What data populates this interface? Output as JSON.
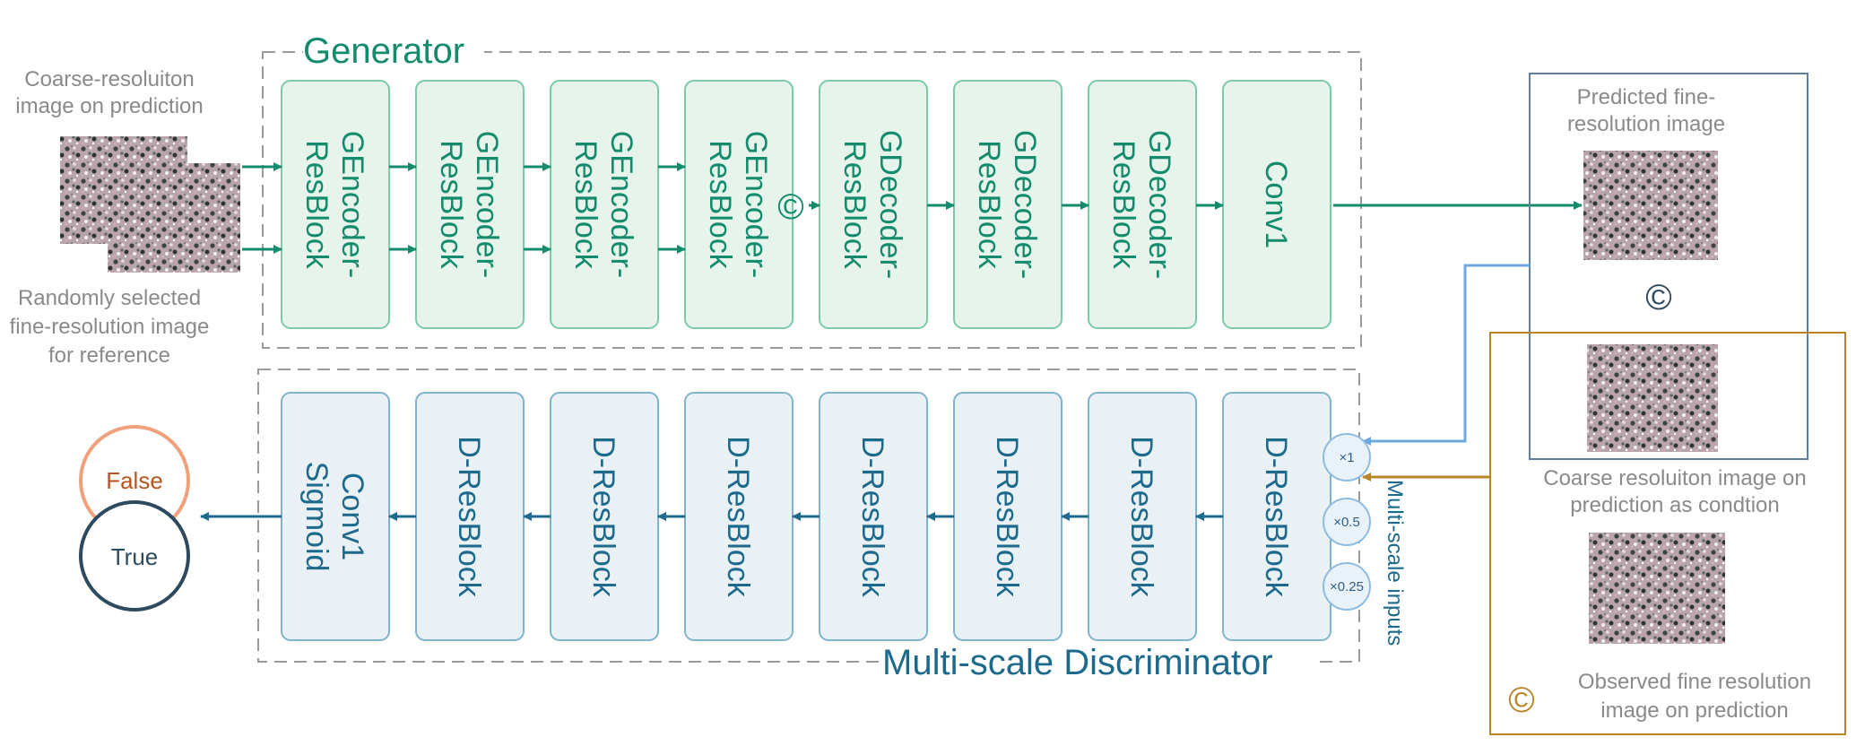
{
  "inputs": {
    "coarse_label_line1": "Coarse-resoluiton",
    "coarse_label_line2": "image on prediction",
    "reference_label_line1": "Randomly selected",
    "reference_label_line2": "fine-resolution image",
    "reference_label_line3": "for reference"
  },
  "generator": {
    "title": "Generator",
    "blocks": [
      {
        "line1": "GEncoder-",
        "line2": "ResBlock"
      },
      {
        "line1": "GEncoder-",
        "line2": "ResBlock"
      },
      {
        "line1": "GEncoder-",
        "line2": "ResBlock"
      },
      {
        "line1": "GEncoder-",
        "line2": "ResBlock"
      },
      {
        "line1": "GDecoder-",
        "line2": "ResBlock"
      },
      {
        "line1": "GDecoder-",
        "line2": "ResBlock"
      },
      {
        "line1": "GDecoder-",
        "line2": "ResBlock"
      },
      {
        "line1": "Conv1",
        "line2": ""
      }
    ],
    "concat_symbol": "©"
  },
  "discriminator": {
    "title": "Multi-scale Discriminator",
    "blocks": [
      {
        "line1": "Conv1",
        "line2": "Sigmoid"
      },
      {
        "line1": "D-ResBlock",
        "line2": ""
      },
      {
        "line1": "D-ResBlock",
        "line2": ""
      },
      {
        "line1": "D-ResBlock",
        "line2": ""
      },
      {
        "line1": "D-ResBlock",
        "line2": ""
      },
      {
        "line1": "D-ResBlock",
        "line2": ""
      },
      {
        "line1": "D-ResBlock",
        "line2": ""
      },
      {
        "line1": "D-ResBlock",
        "line2": ""
      }
    ],
    "scales": [
      "×1",
      "×0.5",
      "×0.25"
    ],
    "scales_label": "Multi-scale inputs"
  },
  "outputs": {
    "false_label": "False",
    "true_label": "True"
  },
  "predicted_box": {
    "label_line1": "Predicted fine-",
    "label_line2": "resolution image",
    "concat_symbol": "©"
  },
  "condition_box": {
    "label_line1": "Coarse resoluiton image on",
    "label_line2": "prediction as condtion",
    "observed_line1": "Observed fine resolution",
    "observed_line2": "image on prediction",
    "concat_symbol": "©"
  },
  "colors": {
    "generator": "#148b6c",
    "discriminator": "#1d6a8c",
    "predicted_box": "#5f7f9f",
    "condition_box": "#b8862a",
    "false_circle": "#f0a07a",
    "true_circle": "#2e4a5e"
  }
}
